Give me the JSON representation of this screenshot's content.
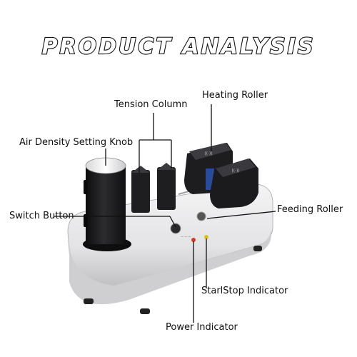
{
  "title": "PRODUCT ANALYSIS",
  "labels": {
    "heating_roller": "Heating Roller",
    "tension_column": "Tension Column",
    "air_density_knob": "Air Density Setting Knob",
    "switch_button": "Switch Button",
    "feeding_roller": "Feeding Roller",
    "start_stop_indicator": "StarlStop Indicator",
    "power_indicator": "Power Indicator"
  },
  "colors": {
    "body": "#e9e9ea",
    "dark": "#1b1b1d",
    "indicator_red": "#d23a2a",
    "indicator_yellow": "#d9c21e",
    "roller_blue": "#2a4a9a"
  }
}
